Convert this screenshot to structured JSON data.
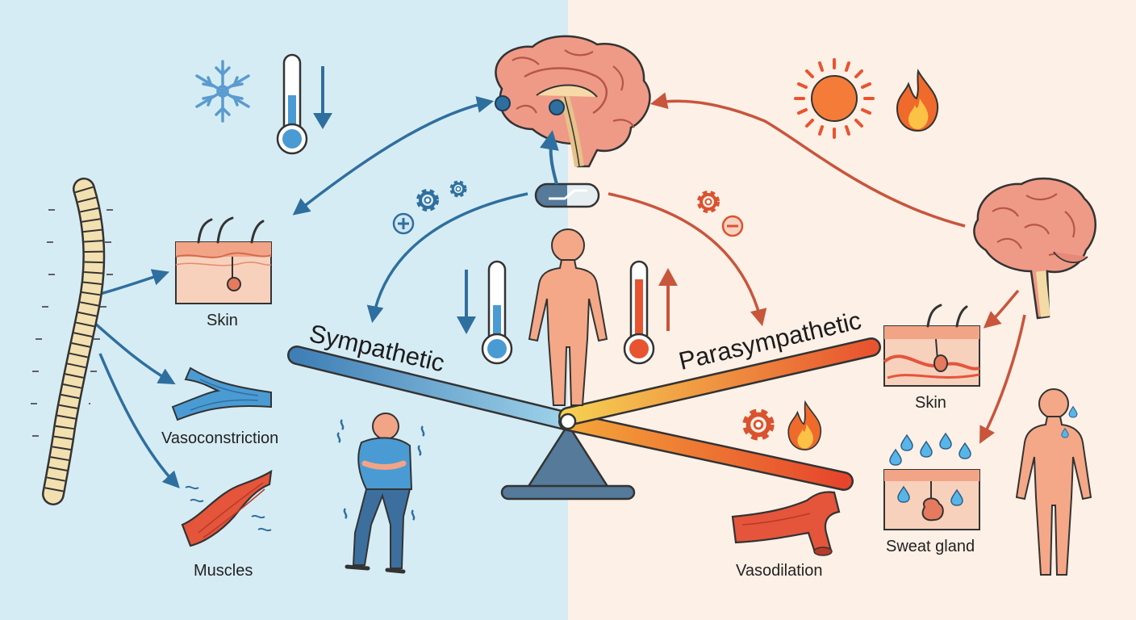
{
  "colors": {
    "cold_bg": "#d6ecf4",
    "warm_bg": "#fdf0e6",
    "sympathetic_blue": "#3f82b8",
    "parasympathetic_orange": "#e8542f",
    "skin": "#f4a887",
    "brain": "#ef9a86"
  },
  "labels": {
    "sympathetic": "Sympathetic",
    "parasympathetic": "Parasympathetic",
    "skin_left": "Skin",
    "vasoconstriction": "Vasoconstriction",
    "muscles": "Muscles",
    "skin_right": "Skin",
    "sweat_gland": "Sweat gland",
    "vasodilation": "Vasodilation"
  },
  "icons": [
    "snowflake-icon",
    "thermometer-icon",
    "down-arrow-icon",
    "brain-icon",
    "sun-icon",
    "flame-icon",
    "gear-icon",
    "plus-icon",
    "minus-icon",
    "switch-icon",
    "spine-icon",
    "person-icon",
    "shivering-person-icon",
    "seesaw-icon",
    "blood-vessel-icon",
    "muscle-icon",
    "sweat-gland-icon"
  ]
}
